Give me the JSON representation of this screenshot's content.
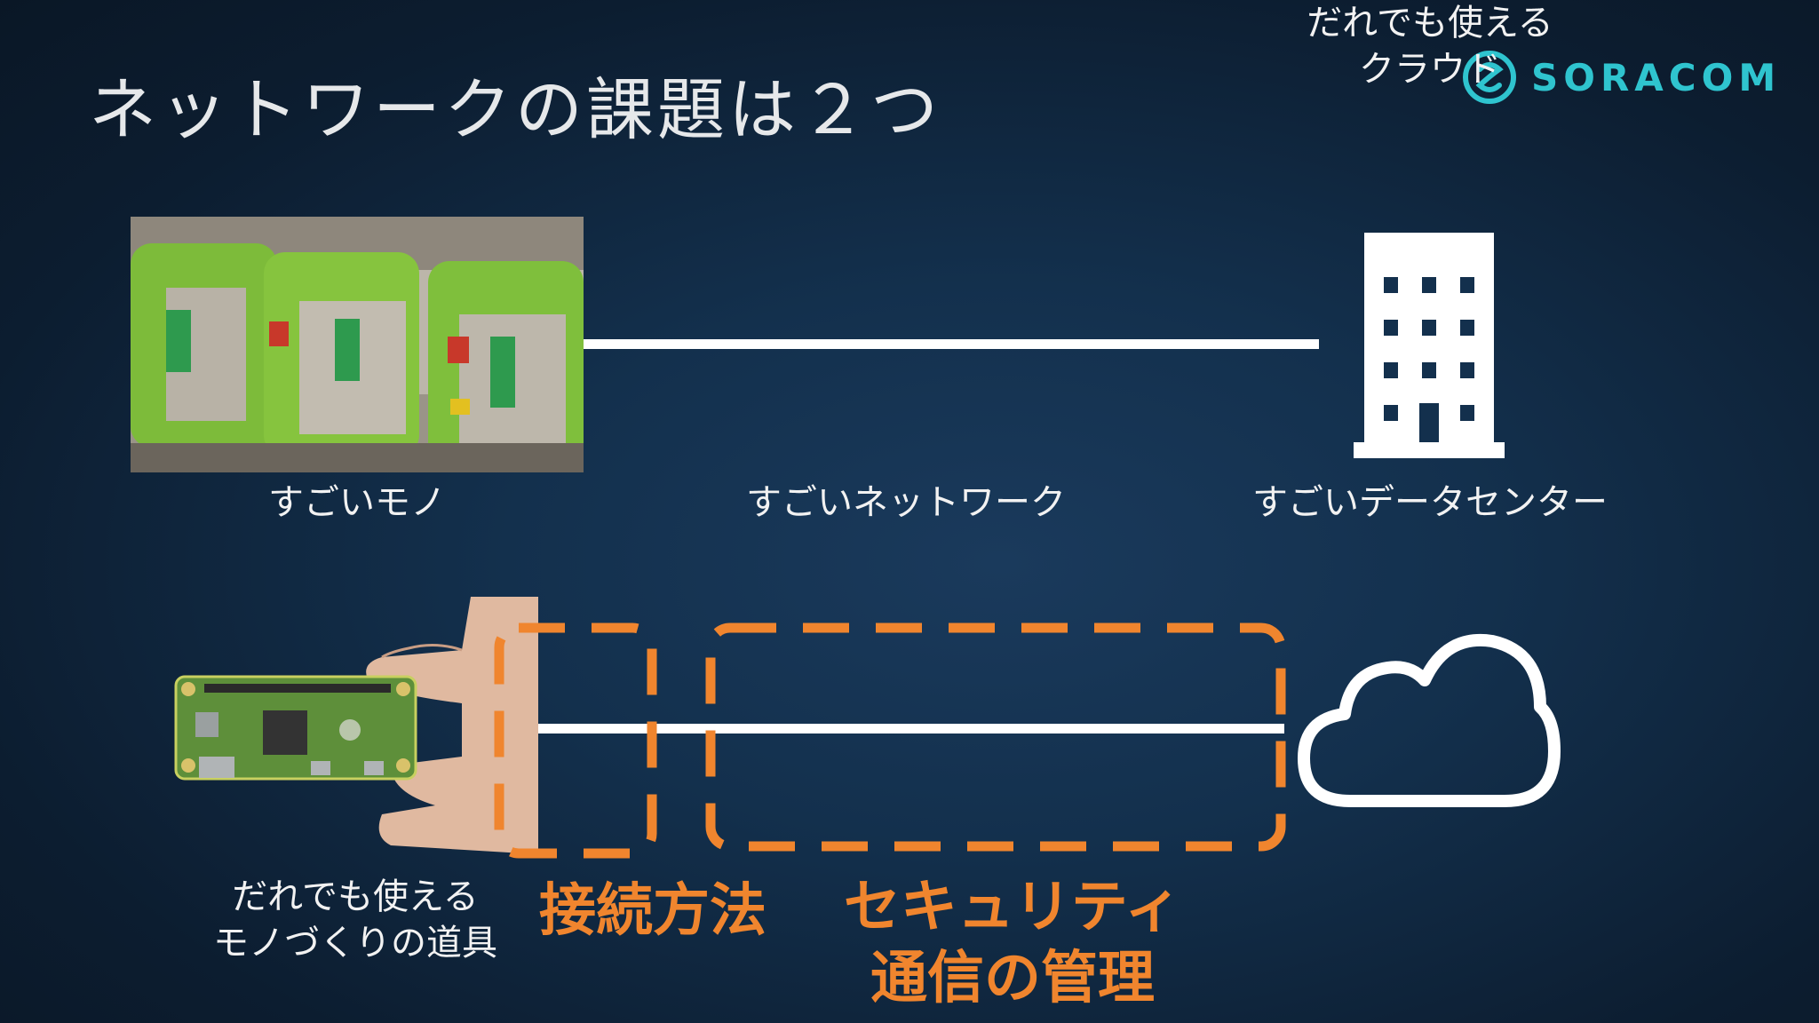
{
  "slide": {
    "title": "ネットワークの課題は２つ",
    "logo_text": "SORACOM",
    "accent_color": "#f0852e",
    "logo_color": "#2fc4cf"
  },
  "top_row": {
    "thing_caption": "すごいモノ",
    "network_caption": "すごいネットワーク",
    "datacenter_caption": "すごいデータセンター",
    "datacenter_icon": "building-icon"
  },
  "bottom_row": {
    "thing_caption_line1": "だれでも使える",
    "thing_caption_line2": "モノづくりの道具",
    "connection_label": "接続方法",
    "security_label_line1": "セキュリティ",
    "security_label_line2": "通信の管理",
    "cloud_caption_line1": "だれでも使える",
    "cloud_caption_line2": "クラウド",
    "cloud_icon": "cloud-icon"
  }
}
